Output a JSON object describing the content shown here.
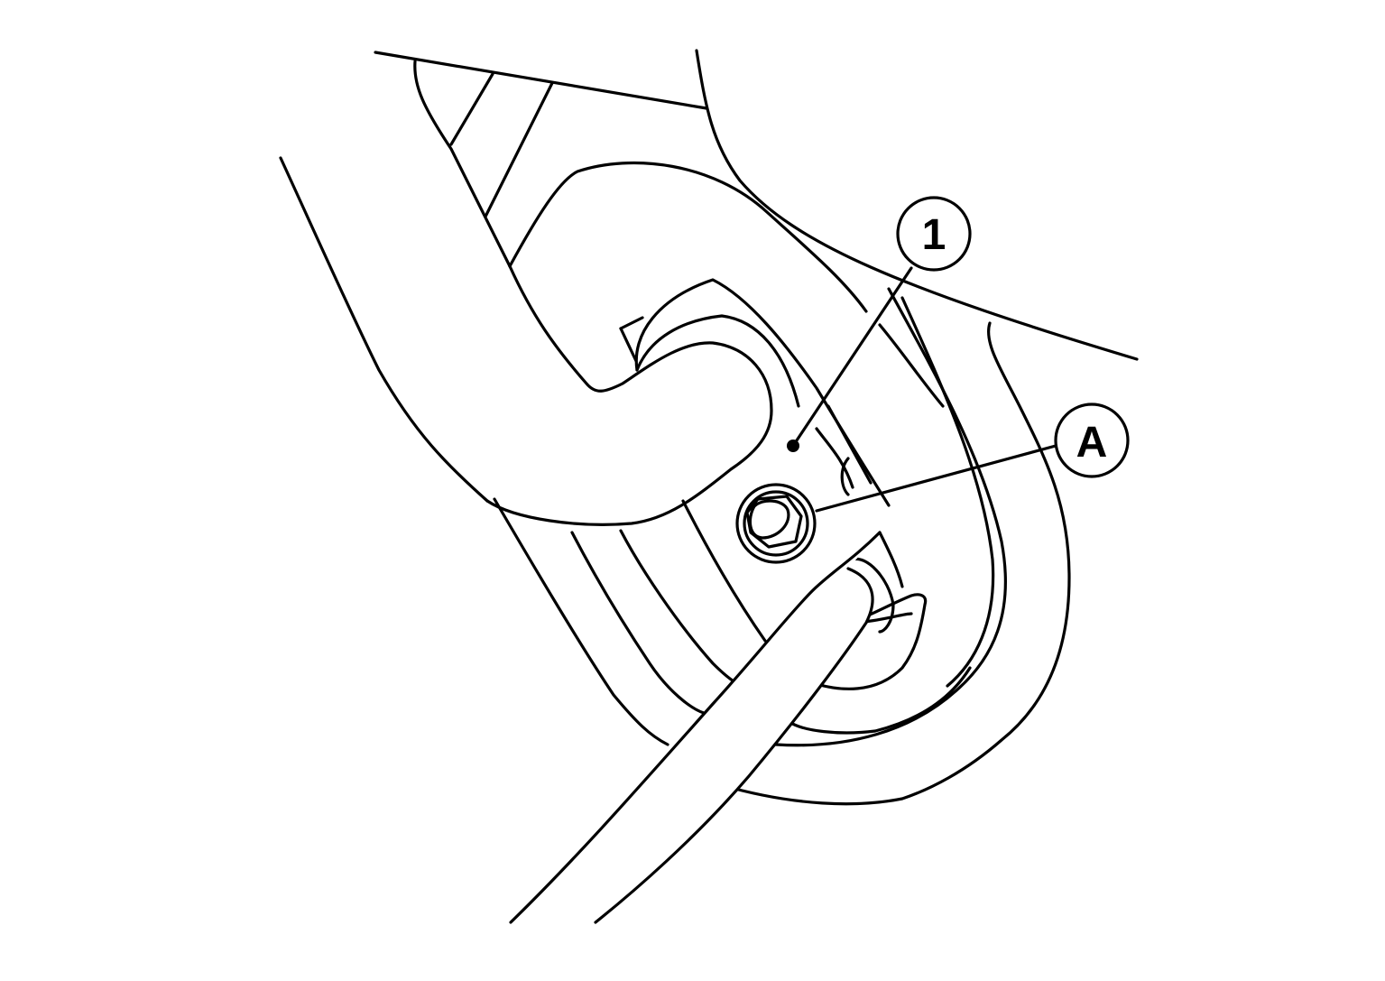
{
  "diagram": {
    "colors": {
      "stroke": "#000000",
      "background": "#ffffff"
    },
    "callouts": [
      {
        "id": "part-1",
        "label": "1"
      },
      {
        "id": "point-a",
        "label": "A"
      }
    ]
  }
}
